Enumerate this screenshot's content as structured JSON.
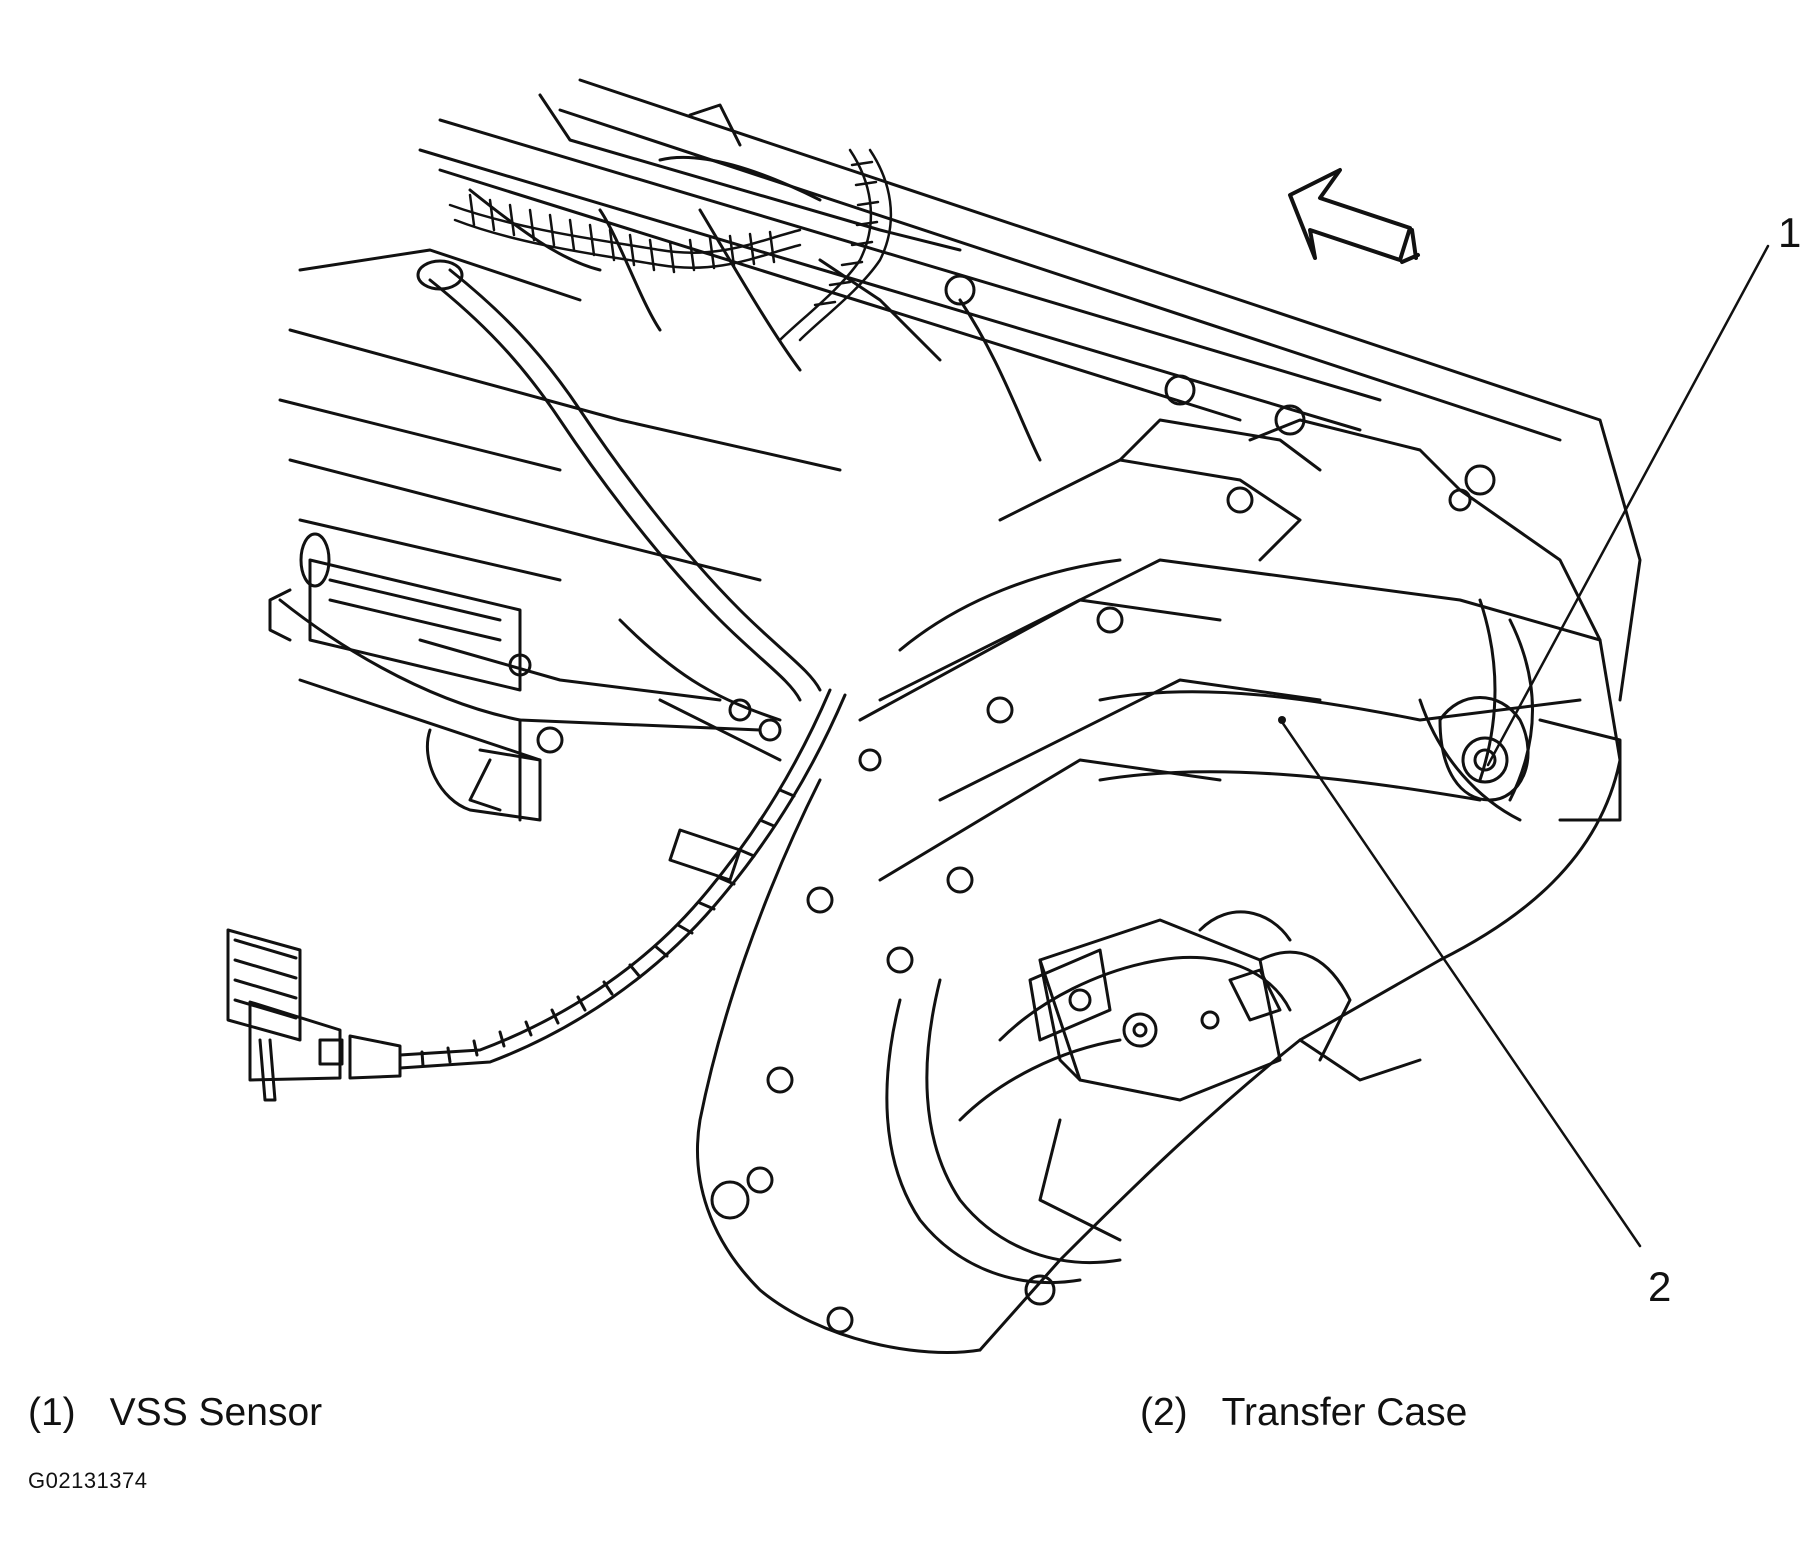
{
  "callouts": [
    {
      "number": "1",
      "label": "VSS Sensor"
    },
    {
      "number": "2",
      "label": "Transfer Case"
    }
  ],
  "legend": [
    {
      "number": "(1)",
      "label": "VSS Sensor"
    },
    {
      "number": "(2)",
      "label": "Transfer Case"
    }
  ],
  "figure_id": "G02131374",
  "colors": {
    "line": "#111111",
    "background": "#ffffff"
  }
}
